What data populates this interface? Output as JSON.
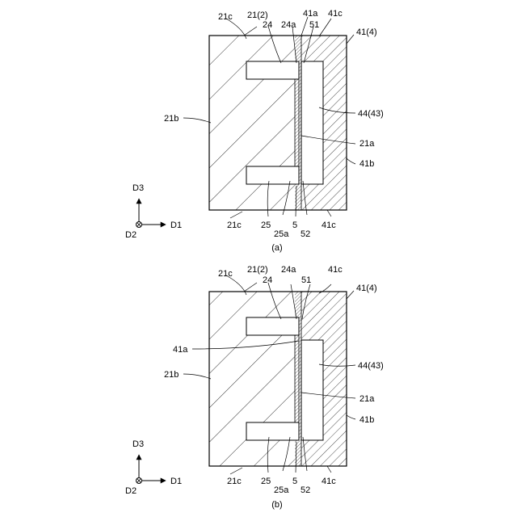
{
  "figures": [
    {
      "caption": "(a)",
      "labels": {
        "top_21c": "21c",
        "top_21_2": "21(2)",
        "top_24": "24",
        "top_24a": "24a",
        "top_41a": "41a",
        "top_51": "51",
        "top_41c": "41c",
        "right_41_4": "41(4)",
        "right_44_43": "44(43)",
        "right_21a": "21a",
        "right_41b": "41b",
        "left_21b": "21b",
        "bottom_21c": "21c",
        "bottom_25": "25",
        "bottom_25a": "25a",
        "bottom_5": "5",
        "bottom_52": "52",
        "bottom_41c": "41c"
      },
      "axes": {
        "up": "D3",
        "right": "D1",
        "out": "D2"
      }
    },
    {
      "caption": "(b)",
      "labels": {
        "top_21c": "21c",
        "top_21_2": "21(2)",
        "top_24": "24",
        "top_24a": "24a",
        "top_51": "51",
        "top_41c": "41c",
        "right_41_4": "41(4)",
        "left_41a": "41a",
        "right_44_43": "44(43)",
        "right_21a": "21a",
        "right_41b": "41b",
        "left_21b": "21b",
        "bottom_21c": "21c",
        "bottom_25": "25",
        "bottom_25a": "25a",
        "bottom_5": "5",
        "bottom_52": "52",
        "bottom_41c": "41c"
      },
      "axes": {
        "up": "D3",
        "right": "D1",
        "out": "D2"
      }
    }
  ]
}
